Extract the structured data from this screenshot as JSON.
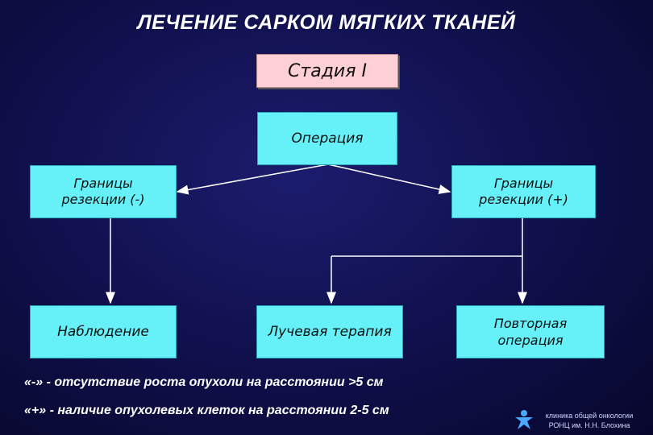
{
  "title": "ЛЕЧЕНИЕ САРКОМ МЯГКИХ ТКАНЕЙ",
  "nodes": {
    "stage": "Стадия I",
    "operation": "Операция",
    "margins_neg_line1": "Границы",
    "margins_neg_line2": "резекции (-)",
    "margins_pos_line1": "Границы",
    "margins_pos_line2": "резекции (+)",
    "observation": "Наблюдение",
    "radiotherapy": "Лучевая терапия",
    "reoperation_line1": "Повторная",
    "reoperation_line2": "операция"
  },
  "notes": {
    "minus": "«-» - отсутствие роста опухоли на расстоянии >5 см",
    "plus": "«+» - наличие опухолевых клеток на расстоянии 2-5 см"
  },
  "footer": {
    "clinic_line1": "клиника общей онкологии",
    "clinic_line2": "РОНЦ им. Н.Н. Блохина",
    "logo_icon": "person-logo-icon"
  },
  "colors": {
    "node_fill": "#66f0f8",
    "stage_fill": "#ffcfd6",
    "background": "#0f0f4a",
    "text_light": "#ffffff"
  }
}
